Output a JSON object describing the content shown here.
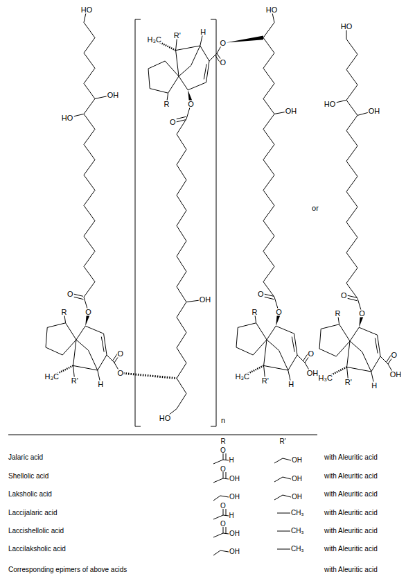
{
  "diagram": {
    "labels": [
      "HO",
      "HO",
      "R'",
      "H₃C",
      "H",
      "O",
      "O",
      "OH",
      "HO",
      "HO",
      "OH",
      "R",
      "O",
      "O",
      "OH",
      "HO",
      "or",
      "OH",
      "O",
      "R",
      "O",
      "O",
      "O",
      "H₃C",
      "R'",
      "H",
      "O",
      "R",
      "O",
      "O",
      "OH",
      "H₃C",
      "R'",
      "H",
      "O",
      "R",
      "O",
      "O",
      "OH",
      "H₃C",
      "R'",
      "H",
      "HO",
      "n",
      "R",
      "R'",
      "Jalaric acid",
      "O",
      "H",
      "OH",
      "with Aleuritic acid",
      "Shellolic acid",
      "O",
      "OH",
      "OH",
      "with Aleuritic acid",
      "Laksholic acid",
      "OH",
      "OH",
      "with Aleuritic acid",
      "Laccijalaric acid",
      "O",
      "H",
      "CH₃",
      "with Aleuritic acid",
      "Laccishellolic acid",
      "O",
      "OH",
      "CH₃",
      "with Aleuritic acid",
      "Laccilaksholic acid",
      "OH",
      "CH₃",
      "with Aleuritic acid",
      "Corresponding epimers of above acids",
      "with Aleuritic acid"
    ]
  }
}
